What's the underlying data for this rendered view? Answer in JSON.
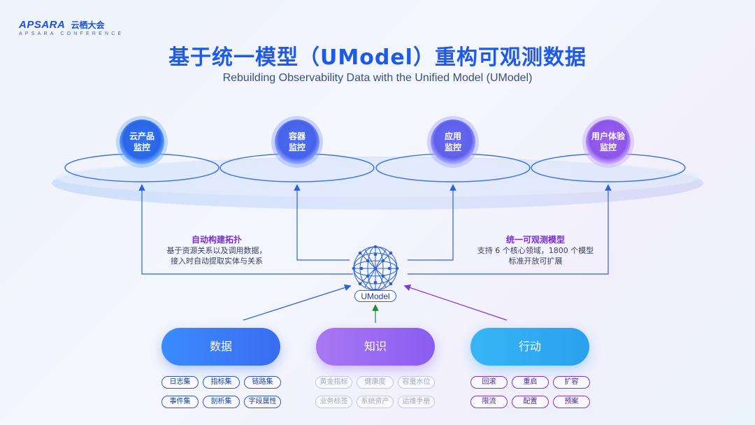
{
  "logo": {
    "brand": "APSARA",
    "brand_cn": "云栖大会",
    "sub": "APSARA CONFERENCE"
  },
  "title": "基于统一模型（UModel）重构可观测数据",
  "subtitle": "Rebuilding Observability Data with the Unified Model (UModel)",
  "top_nodes": [
    {
      "line1": "云产品",
      "line2": "监控"
    },
    {
      "line1": "容器",
      "line2": "监控"
    },
    {
      "line1": "应用",
      "line2": "监控"
    },
    {
      "line1": "用户体验",
      "line2": "监控"
    }
  ],
  "hub": {
    "label": "UModel"
  },
  "annotations": {
    "left": {
      "title": "自动构建拓扑",
      "line1": "基于资源关系以及调用数据，",
      "line2": "接入时自动提取实体与关系"
    },
    "right": {
      "title": "统一可观测模型",
      "line1": "支持 6 个核心领域，1800 个模型",
      "line2": "标准开放可扩展"
    }
  },
  "pillars": [
    {
      "label": "数据",
      "tags": [
        "日志集",
        "指标集",
        "链路集",
        "事件集",
        "剖析集",
        "字段属性"
      ]
    },
    {
      "label": "知识",
      "tags": [
        "黄金指标",
        "健康度",
        "容量水位",
        "业务标签",
        "系统资产",
        "运维手册"
      ]
    },
    {
      "label": "行动",
      "tags": [
        "回滚",
        "重启",
        "扩容",
        "限流",
        "配置",
        "预案"
      ]
    }
  ],
  "colors": {
    "title": "#1f5ae6",
    "data_pill": "#3a7cf8",
    "knowledge_pill": "#9a6af2",
    "action_pill": "#32aaf2",
    "annotation_title": "#7a2fd6"
  }
}
